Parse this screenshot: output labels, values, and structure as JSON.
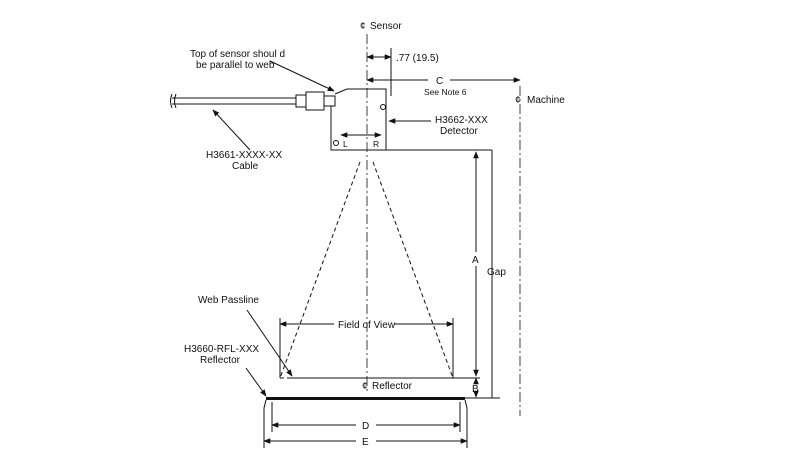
{
  "labels": {
    "sensor_cl": "Sensor",
    "machine_cl": "Machine",
    "reflector_cl": "Reflector",
    "top_note_line1": "Top of sensor shoul d",
    "top_note_line2": "be parallel to web",
    "offset_dim": ".77 (19.5)",
    "c_dim": "C",
    "c_note": "See Note 6",
    "detector_line1": "H3662-XXX",
    "detector_line2": "Detector",
    "cable_line1": "H3661-XXXX-XX",
    "cable_line2": "Cable",
    "left_mark": "L",
    "right_mark": "R",
    "a_dim": "A",
    "gap_dim": "Gap",
    "b_dim": "B",
    "d_dim": "D",
    "e_dim": "E",
    "web_passline": "Web Passline",
    "field_of_view": "Field of View",
    "reflector_line1": "H3660-RFL-XXX",
    "reflector_line2": "Reflector",
    "cl_symbol": "¢"
  }
}
